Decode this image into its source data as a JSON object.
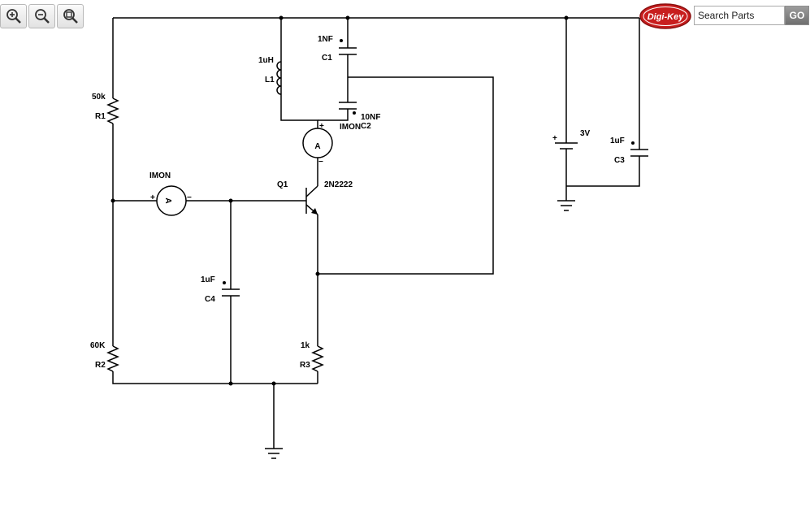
{
  "toolbar": {
    "zoom_in_icon": "zoom-in-magnifier-plus",
    "zoom_out_icon": "zoom-out-magnifier-minus",
    "zoom_fit_icon": "zoom-fit-magnifier"
  },
  "brand": {
    "logo_text": "Digi-Key",
    "logo_color": "#cc1f1f"
  },
  "search": {
    "placeholder": "Search Parts",
    "go_label": "GO"
  },
  "schematic": {
    "components": {
      "R1": {
        "ref": "R1",
        "value": "50k"
      },
      "R2": {
        "ref": "R2",
        "value": "60K"
      },
      "R3": {
        "ref": "R3",
        "value": "1k"
      },
      "C1": {
        "ref": "C1",
        "value": "1NF"
      },
      "C2": {
        "ref": "C2",
        "value": "10NF"
      },
      "C3": {
        "ref": "C3",
        "value": "1uF"
      },
      "C4": {
        "ref": "C4",
        "value": "1uF"
      },
      "L1": {
        "ref": "L1",
        "value": "1uH"
      },
      "Q1": {
        "ref": "Q1",
        "part": "2N2222"
      },
      "V1": {
        "value": "3V",
        "plus": "+"
      },
      "AM1": {
        "label": "IMON",
        "symbol": "A",
        "plus": "+",
        "minus": "−"
      },
      "AM2": {
        "label": "IMON",
        "symbol": "A",
        "plus": "+",
        "minus": "−"
      }
    }
  }
}
